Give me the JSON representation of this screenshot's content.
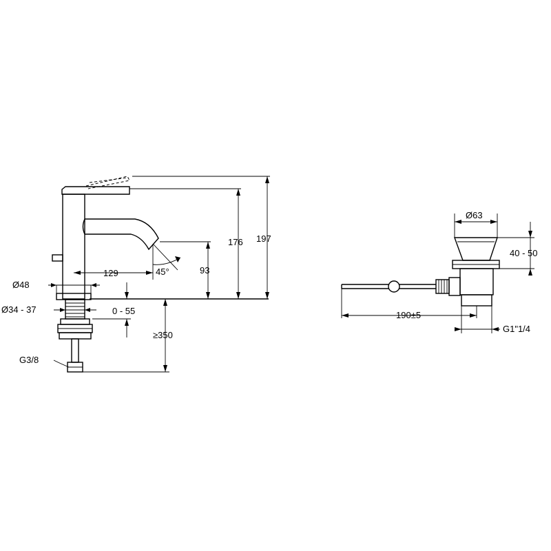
{
  "labels": {
    "d48": "Ø48",
    "d34_37": "Ø34 - 37",
    "g38": "G3/8",
    "l129": "129",
    "angle45": "45°",
    "h93": "93",
    "h176": "176",
    "h197": "197",
    "range0_55": "0 - 55",
    "ge350": "≥350",
    "d63": "Ø63",
    "r40_50": "40 - 50",
    "l190": "190±5",
    "g1_14": "G1\"1/4"
  },
  "colors": {
    "line": "#000000",
    "background": "#ffffff"
  }
}
